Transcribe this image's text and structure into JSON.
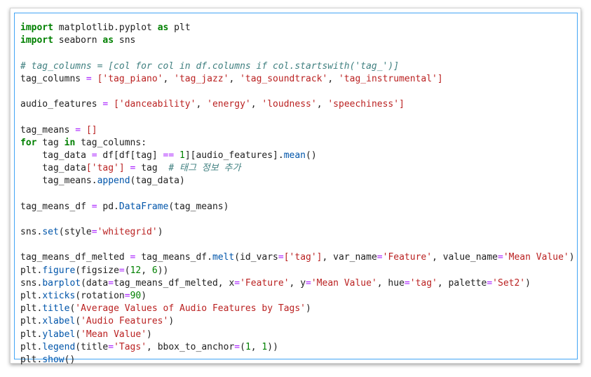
{
  "lines": [
    [
      [
        "kw",
        "import"
      ],
      [
        "var",
        " matplotlib.pyplot "
      ],
      [
        "kw",
        "as"
      ],
      [
        "var",
        " plt"
      ]
    ],
    [
      [
        "kw",
        "import"
      ],
      [
        "var",
        " seaborn "
      ],
      [
        "kw",
        "as"
      ],
      [
        "var",
        " sns"
      ]
    ],
    [],
    [
      [
        "com",
        "# tag_columns = [col for col in df.columns if col.startswith('tag_')]"
      ]
    ],
    [
      [
        "var",
        "tag_columns "
      ],
      [
        "op",
        "="
      ],
      [
        "var",
        " "
      ],
      [
        "str",
        "["
      ],
      [
        "str",
        "'tag_piano'"
      ],
      [
        "var",
        ", "
      ],
      [
        "str",
        "'tag_jazz'"
      ],
      [
        "var",
        ", "
      ],
      [
        "str",
        "'tag_soundtrack'"
      ],
      [
        "var",
        ", "
      ],
      [
        "str",
        "'tag_instrumental'"
      ],
      [
        "str",
        "]"
      ]
    ],
    [],
    [
      [
        "var",
        "audio_features "
      ],
      [
        "op",
        "="
      ],
      [
        "var",
        " "
      ],
      [
        "str",
        "["
      ],
      [
        "str",
        "'danceability'"
      ],
      [
        "var",
        ", "
      ],
      [
        "str",
        "'energy'"
      ],
      [
        "var",
        ", "
      ],
      [
        "str",
        "'loudness'"
      ],
      [
        "var",
        ", "
      ],
      [
        "str",
        "'speechiness'"
      ],
      [
        "str",
        "]"
      ]
    ],
    [],
    [
      [
        "var",
        "tag_means "
      ],
      [
        "op",
        "="
      ],
      [
        "var",
        " "
      ],
      [
        "str",
        "[]"
      ]
    ],
    [
      [
        "kw",
        "for"
      ],
      [
        "var",
        " tag "
      ],
      [
        "kw",
        "in"
      ],
      [
        "var",
        " tag_columns:"
      ]
    ],
    [
      [
        "var",
        "    tag_data "
      ],
      [
        "op",
        "="
      ],
      [
        "var",
        " df[df[tag] "
      ],
      [
        "op",
        "=="
      ],
      [
        "var",
        " "
      ],
      [
        "num",
        "1"
      ],
      [
        "var",
        "]["
      ],
      [
        "var",
        "audio_features]."
      ],
      [
        "fn",
        "mean"
      ],
      [
        "var",
        "()"
      ]
    ],
    [
      [
        "var",
        "    tag_data"
      ],
      [
        "str",
        "['tag']"
      ],
      [
        "var",
        " "
      ],
      [
        "op",
        "="
      ],
      [
        "var",
        " tag  "
      ],
      [
        "com",
        "# 태그 정보 추가"
      ]
    ],
    [
      [
        "var",
        "    tag_means."
      ],
      [
        "fn",
        "append"
      ],
      [
        "var",
        "(tag_data)"
      ]
    ],
    [],
    [
      [
        "var",
        "tag_means_df "
      ],
      [
        "op",
        "="
      ],
      [
        "var",
        " pd."
      ],
      [
        "fn",
        "DataFrame"
      ],
      [
        "var",
        "(tag_means)"
      ]
    ],
    [],
    [
      [
        "var",
        "sns."
      ],
      [
        "fn",
        "set"
      ],
      [
        "var",
        "(style"
      ],
      [
        "op",
        "="
      ],
      [
        "str",
        "'whitegrid'"
      ],
      [
        "var",
        ")"
      ]
    ],
    [],
    [
      [
        "var",
        "tag_means_df_melted "
      ],
      [
        "op",
        "="
      ],
      [
        "var",
        " tag_means_df."
      ],
      [
        "fn",
        "melt"
      ],
      [
        "var",
        "(id_vars"
      ],
      [
        "op",
        "="
      ],
      [
        "str",
        "['tag']"
      ],
      [
        "var",
        ", var_name"
      ],
      [
        "op",
        "="
      ],
      [
        "str",
        "'Feature'"
      ],
      [
        "var",
        ", value_name"
      ],
      [
        "op",
        "="
      ],
      [
        "str",
        "'Mean Value'"
      ],
      [
        "var",
        ")"
      ]
    ],
    [
      [
        "var",
        "plt."
      ],
      [
        "fn",
        "figure"
      ],
      [
        "var",
        "(figsize"
      ],
      [
        "op",
        "="
      ],
      [
        "var",
        "("
      ],
      [
        "num",
        "12"
      ],
      [
        "var",
        ", "
      ],
      [
        "num",
        "6"
      ],
      [
        "var",
        "))"
      ]
    ],
    [
      [
        "var",
        "sns."
      ],
      [
        "fn",
        "barplot"
      ],
      [
        "var",
        "(data"
      ],
      [
        "op",
        "="
      ],
      [
        "var",
        "tag_means_df_melted, x"
      ],
      [
        "op",
        "="
      ],
      [
        "str",
        "'Feature'"
      ],
      [
        "var",
        ", y"
      ],
      [
        "op",
        "="
      ],
      [
        "str",
        "'Mean Value'"
      ],
      [
        "var",
        ", hue"
      ],
      [
        "op",
        "="
      ],
      [
        "str",
        "'tag'"
      ],
      [
        "var",
        ", palette"
      ],
      [
        "op",
        "="
      ],
      [
        "str",
        "'Set2'"
      ],
      [
        "var",
        ")"
      ]
    ],
    [
      [
        "var",
        "plt."
      ],
      [
        "fn",
        "xticks"
      ],
      [
        "var",
        "(rotation"
      ],
      [
        "op",
        "="
      ],
      [
        "num",
        "90"
      ],
      [
        "var",
        ")"
      ]
    ],
    [
      [
        "var",
        "plt."
      ],
      [
        "fn",
        "title"
      ],
      [
        "var",
        "("
      ],
      [
        "str",
        "'Average Values of Audio Features by Tags'"
      ],
      [
        "var",
        ")"
      ]
    ],
    [
      [
        "var",
        "plt."
      ],
      [
        "fn",
        "xlabel"
      ],
      [
        "var",
        "("
      ],
      [
        "str",
        "'Audio Features'"
      ],
      [
        "var",
        ")"
      ]
    ],
    [
      [
        "var",
        "plt."
      ],
      [
        "fn",
        "ylabel"
      ],
      [
        "var",
        "("
      ],
      [
        "str",
        "'Mean Value'"
      ],
      [
        "var",
        ")"
      ]
    ],
    [
      [
        "var",
        "plt."
      ],
      [
        "fn",
        "legend"
      ],
      [
        "var",
        "(title"
      ],
      [
        "op",
        "="
      ],
      [
        "str",
        "'Tags'"
      ],
      [
        "var",
        ", bbox_to_anchor"
      ],
      [
        "op",
        "="
      ],
      [
        "var",
        "("
      ],
      [
        "num",
        "1"
      ],
      [
        "var",
        ", "
      ],
      [
        "num",
        "1"
      ],
      [
        "var",
        "))"
      ]
    ],
    [
      [
        "var",
        "plt."
      ],
      [
        "fn",
        "show"
      ],
      [
        "var",
        "()"
      ]
    ]
  ]
}
